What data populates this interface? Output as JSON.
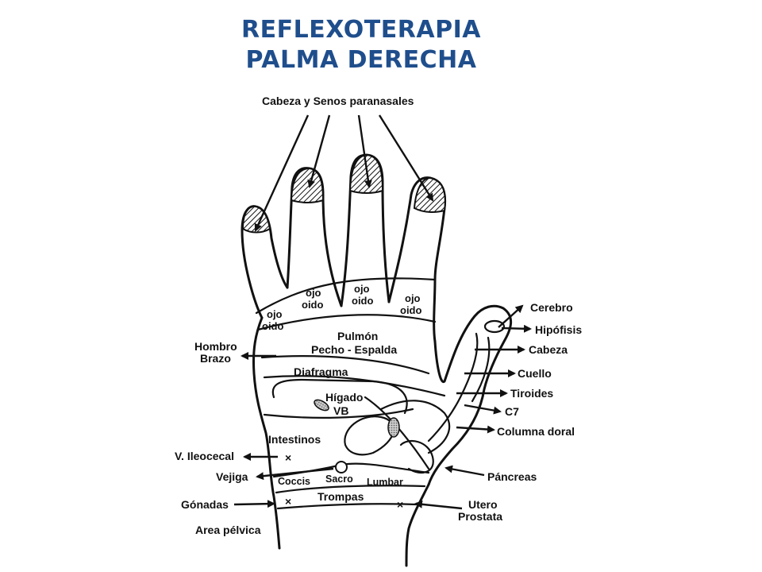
{
  "title": {
    "line1": "REFLEXOTERAPIA",
    "line2": "PALMA DERECHA"
  },
  "colors": {
    "title": "#1f4e8c",
    "ink": "#111111"
  },
  "labels": {
    "cabeza_senos": "Cabeza y Senos paranasales",
    "ojo1": "ojo",
    "oido1": "oido",
    "ojo2": "ojo",
    "oido2": "oido",
    "ojo3": "ojo",
    "oido3": "oido",
    "ojo4": "ojo",
    "oido4": "oido",
    "pulmon": "Pulmón",
    "pecho_espalda": "Pecho - Espalda",
    "diafragma": "Diafragma",
    "higado": "Hígado",
    "vb": "VB",
    "intestinos": "Intestinos",
    "coccis": "Coccis",
    "sacro": "Sacro",
    "lumbar": "Lumbar",
    "trompas": "Trompas",
    "hombro": "Hombro",
    "brazo": "Brazo",
    "v_ileocecal": "V. Ileocecal",
    "vejiga": "Vejiga",
    "gonadas": "Gónadas",
    "area_pelvica": "Area pélvica",
    "cerebro": "Cerebro",
    "hipofisis": "Hipófisis",
    "cabeza": "Cabeza",
    "cuello": "Cuello",
    "tiroides": "Tiroides",
    "c7": "C7",
    "columna_doral": "Columna doral",
    "pancreas": "Páncreas",
    "utero": "Utero",
    "prostata": "Prostata"
  }
}
